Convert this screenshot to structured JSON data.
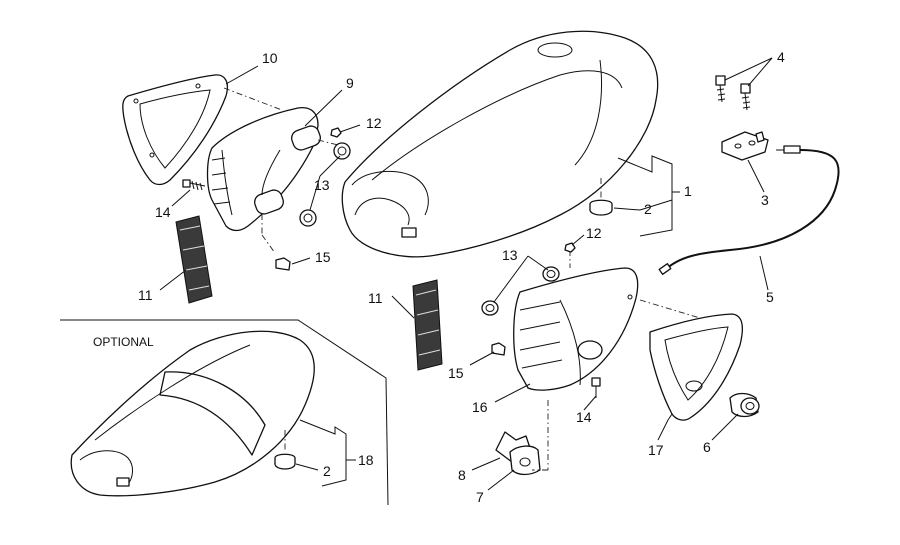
{
  "diagram": {
    "optional_label": "OPTIONAL",
    "callouts": [
      "10",
      "9",
      "12",
      "13",
      "14",
      "11",
      "15",
      "4",
      "1",
      "2",
      "3",
      "5",
      "12",
      "13",
      "11",
      "15",
      "16",
      "14",
      "17",
      "6",
      "8",
      "7",
      "2",
      "18"
    ]
  },
  "colors": {
    "line": "#111111",
    "background": "#ffffff",
    "pad": "#3a3a3a"
  }
}
